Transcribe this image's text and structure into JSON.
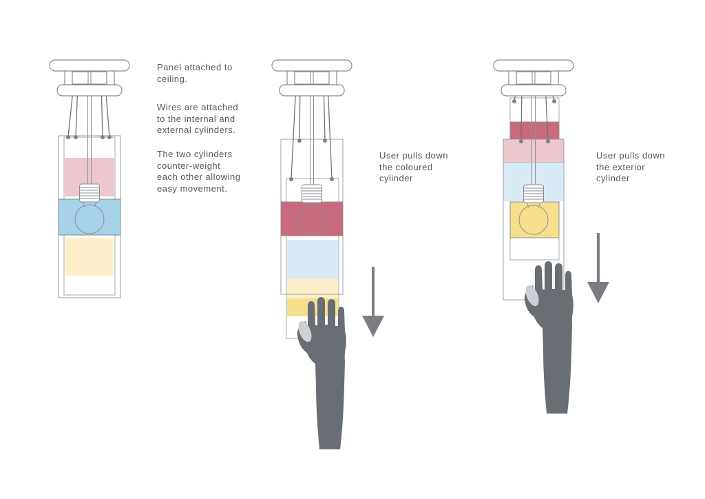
{
  "notes": {
    "panel": [
      "Panel attached to",
      "ceiling."
    ],
    "wires": [
      "Wires are attached",
      "to the internal and",
      "external cylinders."
    ],
    "counterweight": [
      "The two cylinders",
      "counter-weight",
      "each other allowing",
      "easy movement."
    ]
  },
  "captions": {
    "coloured": [
      "User pulls down",
      "the coloured",
      "cylinder"
    ],
    "exterior": [
      "User pulls down",
      "the exterior",
      "cylinder"
    ]
  },
  "palette": {
    "pink_light": "#ecc7ce",
    "rose": "#c8697e",
    "blue": "#a6d3e9",
    "blue_light": "#d9ebf5",
    "yellow_light": "#fbf0ca",
    "yellow": "#f6df8c",
    "hand_grey": "#696e74",
    "thumb_grey": "#cdd1d5",
    "arrow_grey": "#7a7e82",
    "line_grey": "#9aa0a3",
    "text_grey": "#55575a"
  }
}
